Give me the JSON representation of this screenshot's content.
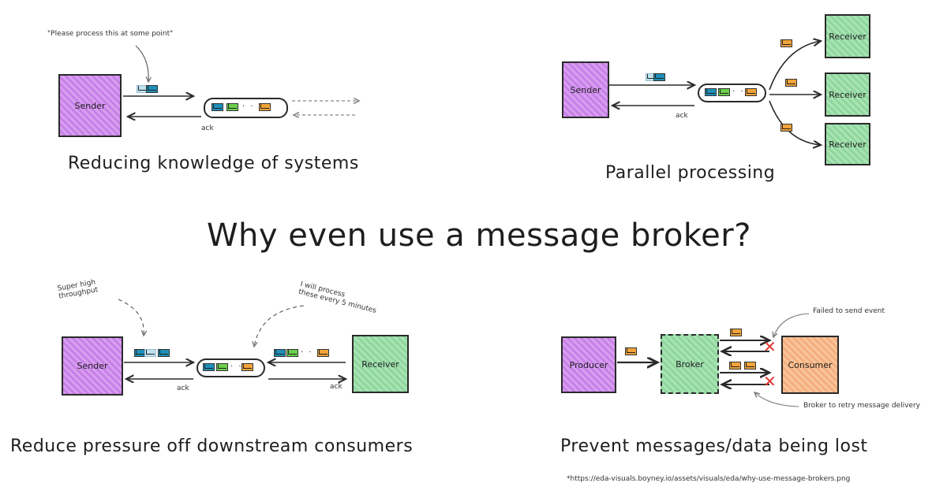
{
  "main_title": "Why even use a message broker?",
  "panels": {
    "top_left": {
      "title": "Reducing knowledge of systems",
      "note": "\"Please process this at some point\"",
      "sender": "Sender",
      "ack": "ack"
    },
    "top_right": {
      "title": "Parallel processing",
      "sender": "Sender",
      "receivers": [
        "Receiver",
        "Receiver",
        "Receiver"
      ],
      "ack": "ack"
    },
    "bottom_left": {
      "title": "Reduce pressure off downstream consumers",
      "note_left": "Super high\nthroughput",
      "note_right": "I will process\nthese every 5 minutes",
      "sender": "Sender",
      "receiver": "Receiver",
      "ack_left": "ack",
      "ack_right": "ack"
    },
    "bottom_right": {
      "title": "Prevent messages/data being lost",
      "producer": "Producer",
      "broker": "Broker",
      "consumer": "Consumer",
      "note_failed": "Failed to send event",
      "note_retry": "Broker to retry message delivery"
    }
  },
  "footnote": "*https://eda-visuals.boyney.io/assets/visuals/eda/why-use-message-brokers.png",
  "colors": {
    "sender_purple": "#c77fe6",
    "receiver_green": "#8ed69c",
    "consumer_orange": "#f3ae7c",
    "failure_red": "#e0332e"
  }
}
